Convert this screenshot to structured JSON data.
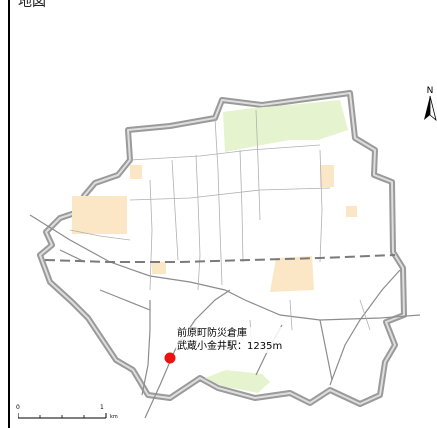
{
  "map": {
    "title": "地図",
    "facility_name": "前原町防災倉庫",
    "distance_label": "武蔵小金井駅：1235m",
    "north_label": "N",
    "scale": {
      "start": "0",
      "end": "1",
      "unit": "km"
    },
    "colors": {
      "boundary_outer": "#9a9a9a",
      "boundary_inner": "#dedede",
      "park": "#e6f3cf",
      "facility_area": "#fbe7c6",
      "road": "#8c8c8c",
      "railway": "#7a7a7a",
      "marker": "#ee1111"
    }
  }
}
